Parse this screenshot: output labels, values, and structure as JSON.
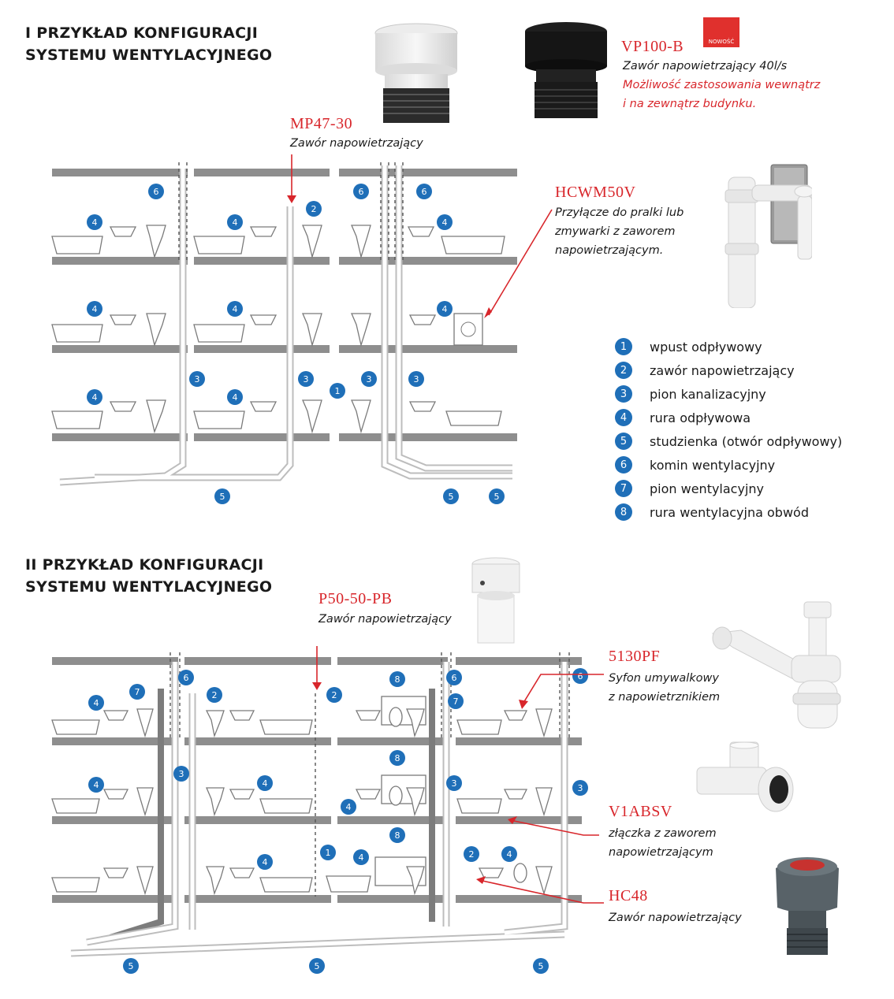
{
  "section1": {
    "title_line1": "I PRZYKŁAD KONFIGURACJI",
    "title_line2": "SYSTEMU WENTYLACYJNEGO"
  },
  "section2": {
    "title_line1": "II PRZYKŁAD KONFIGURACJI",
    "title_line2": "SYSTEMU WENTYLACYJNEGO"
  },
  "products": {
    "vp100b": {
      "code": "VP100-B",
      "badge": "NOWOŚĆ",
      "desc": "Zawór napowietrzający 40l/s",
      "note_line1": "Możliwość zastosowania wewnątrz",
      "note_line2": "i na zewnątrz budynku."
    },
    "mp4730": {
      "code": "MP47-30",
      "desc": "Zawór napowietrzający"
    },
    "hcwm50v": {
      "code": "HCWM50V",
      "desc_line1": "Przyłącze do pralki lub",
      "desc_line2": "zmywarki z zaworem",
      "desc_line3": "napowietrzającym."
    },
    "p5050pb": {
      "code": "P50-50-PB",
      "desc": "Zawór napowietrzający"
    },
    "5130pf": {
      "code": "5130PF",
      "desc_line1": "Syfon umywalkowy",
      "desc_line2": "z napowietrznikiem"
    },
    "v1absv": {
      "code": "V1ABSV",
      "desc_line1": "złączka z zaworem",
      "desc_line2": "napowietrzającym"
    },
    "hc48": {
      "code": "HC48",
      "desc": "Zawór napowietrzający"
    }
  },
  "legend": [
    {
      "num": "1",
      "label": "wpust odpływowy"
    },
    {
      "num": "2",
      "label": "zawór napowietrzający"
    },
    {
      "num": "3",
      "label": "pion kanalizacyjny"
    },
    {
      "num": "4",
      "label": "rura odpływowa"
    },
    {
      "num": "5",
      "label": "studzienka (otwór odpływowy)"
    },
    {
      "num": "6",
      "label": "komin wentylacyjny"
    },
    {
      "num": "7",
      "label": "pion wentylacyjny"
    },
    {
      "num": "8",
      "label": "rura wentylacyjna obwód"
    }
  ],
  "colors": {
    "accent_red": "#d8262b",
    "badge_blue": "#1f6fb8",
    "floor_gray": "#8e8e8e",
    "vent_pipe_gray": "#7c7c7c"
  }
}
